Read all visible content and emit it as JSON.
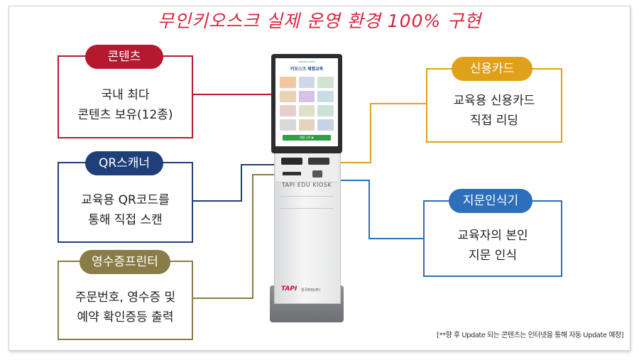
{
  "title": "무인키오스크 실제 운영 환경 100% 구현",
  "callouts": {
    "contents": {
      "label": "콘텐츠",
      "line1": "국내 최다",
      "line2": "콘텐츠 보유(12종)",
      "color": "#b5192f"
    },
    "qr": {
      "label": "QR스캐너",
      "line1": "교육용 QR코드를",
      "line2": "통해 직접 스캔",
      "color": "#1f3f7a"
    },
    "printer": {
      "label": "영수증프린터",
      "line1": "주문번호, 영수증 및",
      "line2": "예약 확인증등 출력",
      "color": "#8a7c47"
    },
    "card": {
      "label": "신용카드",
      "line1": "교육용 신용카드",
      "line2": "직접 리딩",
      "color": "#e0a019"
    },
    "finger": {
      "label": "지문인식기",
      "line1": "교육자의 본인",
      "line2": "지문 인식",
      "color": "#2d6fba"
    }
  },
  "kiosk": {
    "screen_title": "키오스크 체험교육",
    "screen_top": "TAPI EDU KIOSK",
    "start_button": "체험 시작 ▶",
    "brand_text": "TAPI EDU KIOSK",
    "logo": "TAPI",
    "company": "한국타피(주)"
  },
  "footnote": "[**향 후 Update 되는 콘텐츠는 인터넷을 통해 자동 Update 예정]"
}
